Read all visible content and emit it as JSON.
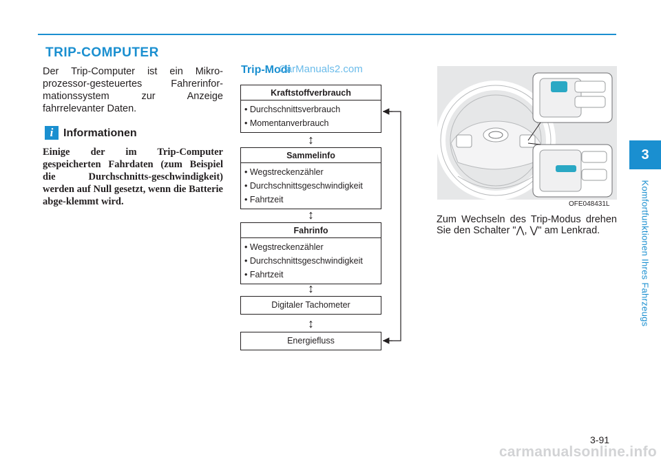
{
  "section_title": "TRIP-COMPUTER",
  "intro": "Der Trip-Computer ist ein Mikro-prozessor-gesteuertes Fahrerinfor-mationssystem zur Anzeige fahrrelevanter Daten.",
  "info": {
    "icon_letter": "i",
    "title": "Informationen",
    "body": "Einige der im Trip-Computer gespeicherten Fahrdaten (zum Beispiel die Durchschnitts-geschwindigkeit) werden auf Null gesetzt, wenn die Batterie abge-klemmt wird."
  },
  "trip_mode": {
    "title": "Trip-Modi",
    "watermark": "CarManuals2.com",
    "boxes": [
      {
        "header": "Kraftstoffverbrauch",
        "items": [
          "Durchschnittsverbrauch",
          "Momentanverbrauch"
        ]
      },
      {
        "header": "Sammelinfo",
        "items": [
          "Wegstreckenzähler",
          "Durchschnittsgeschwindigkeit",
          "Fahrtzeit"
        ]
      },
      {
        "header": "Fahrinfo",
        "items": [
          "Wegstreckenzähler",
          "Durchschnittsgeschwindigkeit",
          "Fahrtzeit"
        ]
      },
      {
        "label": "Digitaler Tachometer"
      },
      {
        "label": "Energiefluss"
      }
    ]
  },
  "figure": {
    "code": "OFE048431L",
    "colors": {
      "background": "#e6e7e8",
      "highlight": "#2aa8c4"
    }
  },
  "description": "Zum Wechseln des Trip-Modus drehen Sie den Schalter \"⋀, ⋁\" am Lenkrad.",
  "sidebar": {
    "chapter_number": "3",
    "chapter_title": "Komfortfunktionen Ihres Fahrzeugs"
  },
  "page_number": "3-91",
  "footer_watermark": "carmanualsonline.info",
  "colors": {
    "accent": "#1a8fd0",
    "text": "#231f20"
  }
}
